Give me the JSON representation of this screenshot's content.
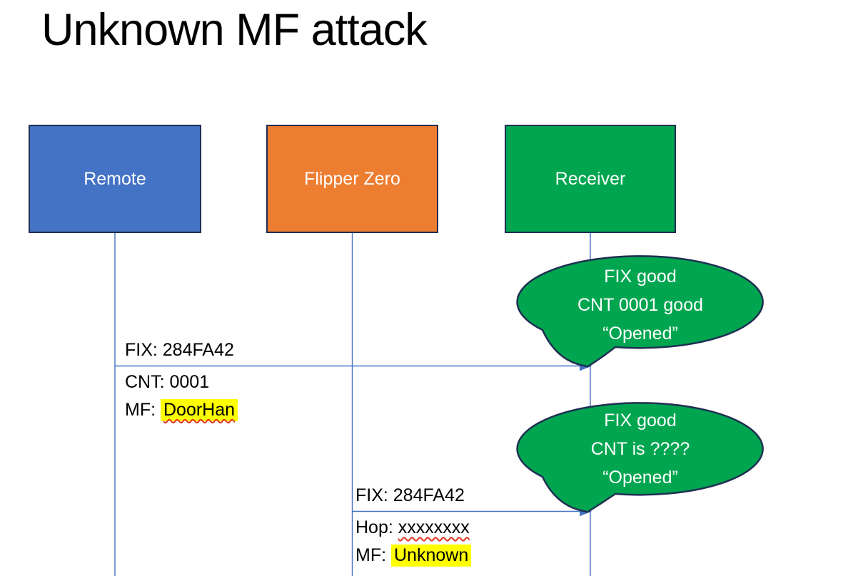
{
  "title": "Unknown MF attack",
  "actors": [
    {
      "label": "Remote",
      "fill": "#4472C4"
    },
    {
      "label": "Flipper Zero",
      "fill": "#ED7D31"
    },
    {
      "label": "Receiver",
      "fill": "#00A550"
    }
  ],
  "messages": [
    {
      "above": "FIX: 284FA42",
      "line2": "CNT: 0001",
      "line3_prefix": "MF: ",
      "line3_highlight": "DoorHan"
    },
    {
      "above": "FIX: 284FA42",
      "line2_prefix": "Hop: ",
      "line2_misspelled": "xxxxxxxx",
      "line3_prefix": "MF: ",
      "line3_highlight": "Unknown"
    }
  ],
  "callouts": [
    {
      "lines": [
        "FIX good",
        "CNT 0001 good",
        "“Opened”"
      ]
    },
    {
      "lines": [
        "FIX good",
        "CNT is ????",
        "“Opened”"
      ]
    }
  ],
  "colors": {
    "actor_remote_fill": "#4472C4",
    "actor_flipper_fill": "#ED7D31",
    "actor_receiver_fill": "#00A550",
    "callout_fill": "#00A550",
    "shape_outline": "#1F2F52",
    "lifeline_and_arrow": "#4472C4",
    "highlight": "#FFFF00",
    "spellcheck_underline": "#E03425",
    "text_dark": "#000000",
    "text_light": "#FFFFFF",
    "background": "#FFFFFF"
  }
}
